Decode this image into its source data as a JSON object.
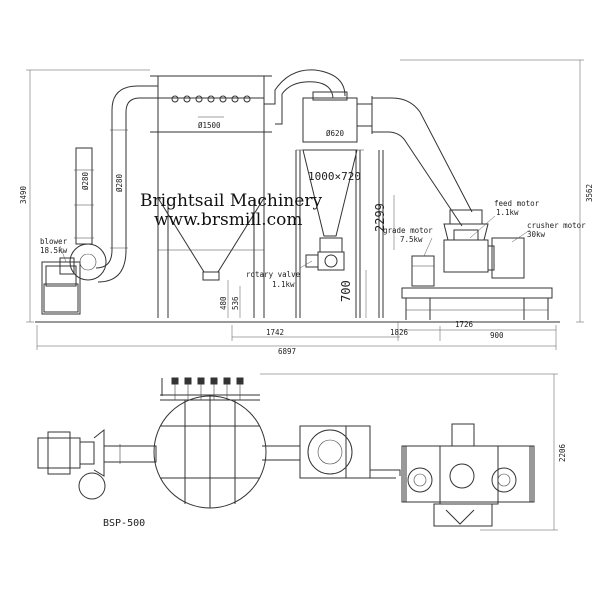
{
  "watermark": {
    "company": "Brightsail Machinery",
    "website": "www.brsmill.com"
  },
  "model": "BSP-500",
  "dimensions": {
    "left_height": "3490",
    "right_height": "3562",
    "plan_depth": "2206",
    "total_length": "6897",
    "span_1742": "1742",
    "span_1826": "1826",
    "span_1726": "1726",
    "span_900": "900",
    "h_2299": "2299",
    "h_700": "700",
    "h_480": "480",
    "h_536": "536",
    "cyclone_size": "1000×720",
    "filter_dia": "Ø1500",
    "duct_620": "Ø620",
    "pipe_280_a": "Ø280",
    "pipe_280_b": "Ø280"
  },
  "components": {
    "blower": {
      "name": "blower",
      "power": "18.5kw"
    },
    "rotary_valve": {
      "name": "rotary valve",
      "power": "1.1kw"
    },
    "grade_motor": {
      "name": "grade motor",
      "power": "7.5kw"
    },
    "feed_motor": {
      "name": "feed motor",
      "power": "1.1kw"
    },
    "crusher_motor": {
      "name": "crusher motor",
      "power": "30kw"
    }
  }
}
